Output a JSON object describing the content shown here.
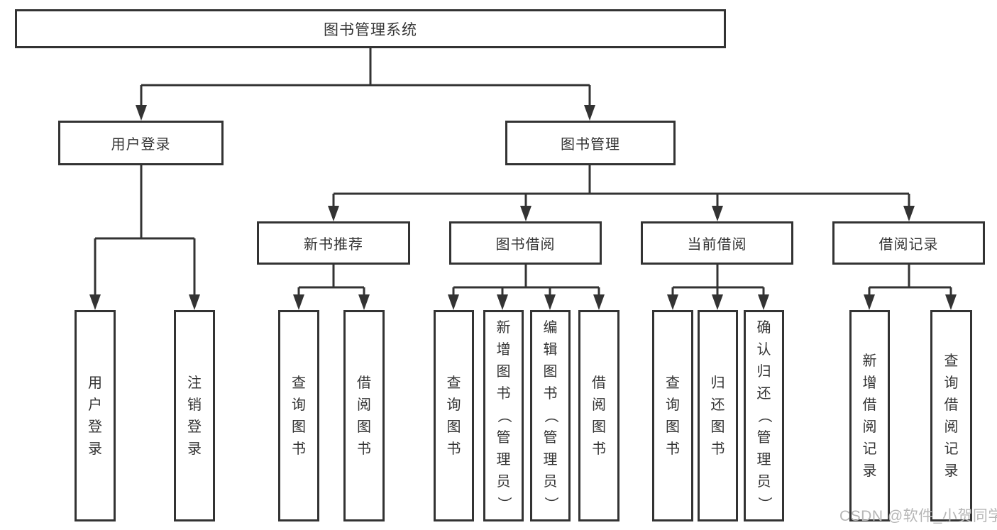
{
  "diagram": {
    "root": {
      "label": "图书管理系统"
    },
    "level2": {
      "user_login": {
        "label": "用户登录"
      },
      "book_mgmt": {
        "label": "图书管理"
      }
    },
    "level3": {
      "new_book_rec": {
        "label": "新书推荐"
      },
      "book_borrow": {
        "label": "图书借阅"
      },
      "current_borrow": {
        "label": "当前借阅"
      },
      "borrow_records": {
        "label": "借阅记录"
      }
    },
    "leaves": {
      "user_login": [
        "用户登录",
        "注销登录"
      ],
      "new_book_rec": [
        "查询图书",
        "借阅图书"
      ],
      "book_borrow": [
        "查询图书",
        "新增图书（管理员）",
        "编辑图书（管理员）",
        "借阅图书"
      ],
      "current_borrow": [
        "查询图书",
        "归还图书",
        "确认归还（管理员）"
      ],
      "borrow_records": [
        "新增借阅记录",
        "查询借阅记录"
      ]
    }
  },
  "watermark": {
    "text": "CSDN @软件_小贺同学"
  },
  "colors": {
    "line": "#333333",
    "text": "#333333",
    "watermark": "#b6b6b6",
    "background": "#ffffff"
  }
}
